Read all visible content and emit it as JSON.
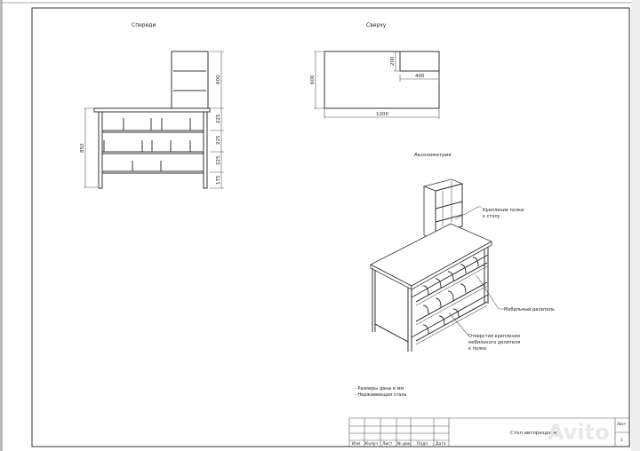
{
  "views": {
    "front": {
      "title": "Спереди",
      "dims": {
        "shelf_height": "600",
        "gap1": "225",
        "gap2": "225",
        "gap3": "225",
        "bottom": "175",
        "total": "850"
      }
    },
    "top": {
      "title": "Сверху",
      "dims": {
        "inner_depth": "200",
        "inner_width": "400",
        "depth": "600",
        "width": "1200"
      }
    },
    "axonometric": {
      "title": "Аксонометрия",
      "callouts": {
        "shelf_mount_1": "Крепление полки",
        "shelf_mount_2": "к столу",
        "divider": "Мобильный делитель",
        "holes_1": "Отверстия крепления",
        "holes_2": "мобильного делителя",
        "holes_3": "к полке"
      }
    }
  },
  "notes": [
    "- Размеры даны в мм",
    "- Нержавеющая сталь"
  ],
  "title_block": {
    "headers": [
      "Изм",
      "Колуч",
      "Лист",
      "№ док",
      "Подп.",
      "Дата"
    ],
    "name": "Стол автораздачи",
    "sheet_label": "Лист",
    "sheet_number": "1"
  },
  "watermark": "Avito"
}
